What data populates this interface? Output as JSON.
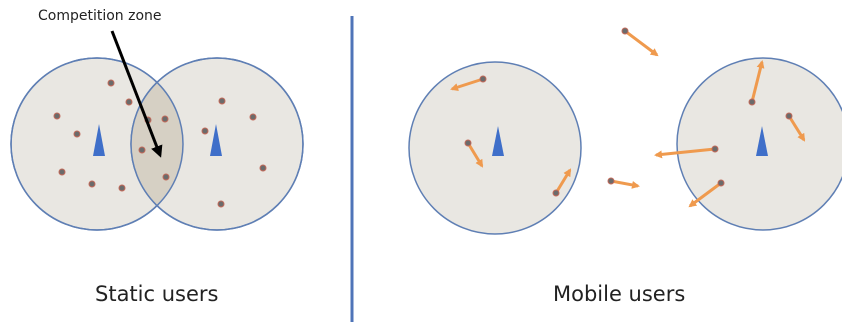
{
  "labels": {
    "competition_zone": "Competition zone",
    "static_users": "Static users",
    "mobile_users": "Mobile users"
  },
  "colors": {
    "cell_fill": "#e9e7e2",
    "cell_stroke": "#5f7fb4",
    "overlap_fill": "#d6d0c4",
    "base_station": "#3f6fc9",
    "user_dot": "#6b6b6b",
    "user_dot_edge": "#c26a5a",
    "movement_arrow": "#ef9a4e",
    "divider": "#4f74b8",
    "pointer_arrow": "#000000"
  },
  "icons": {
    "base_station": "triangle-icon",
    "user": "dot-icon",
    "movement": "arrow-icon"
  }
}
